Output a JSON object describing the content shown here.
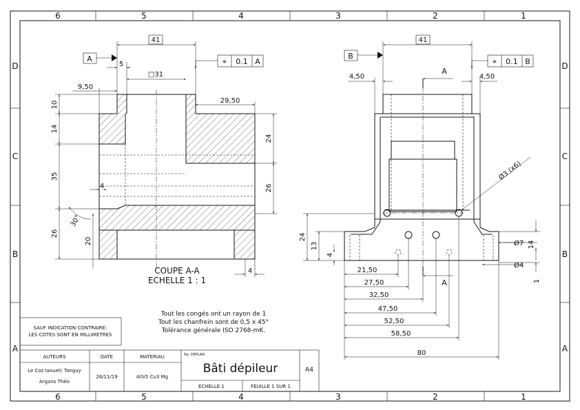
{
  "frame": {
    "col_labels": [
      "6",
      "5",
      "4",
      "3",
      "2",
      "1"
    ],
    "row_labels": [
      "D",
      "C",
      "B",
      "A"
    ]
  },
  "section_view": {
    "caption_line1": "COUPE A-A",
    "caption_line2": "ECHELLE 1 : 1",
    "datum_label": "A",
    "dims": {
      "top_width": "41",
      "five": "5",
      "square": "□31",
      "nine_fifty": "9,50",
      "twenty_nine_fifty": "29,50",
      "ten": "10",
      "fourteen": "14",
      "thirty_five": "35",
      "twenty_six_left": "26",
      "twenty_four": "24",
      "twenty_six_right": "26",
      "four_inner": "4",
      "four_bottom": "4",
      "angle": "30°",
      "twenty": "20"
    },
    "fcf": {
      "symbol": "⌖",
      "tolerance": "0.1",
      "datum": "A"
    }
  },
  "front_view": {
    "datum_label": "B",
    "section_marker": "A",
    "dims": {
      "top_width": "41",
      "left_offset": "4,50",
      "right_offset": "4,50",
      "holes": "Ø3 (x6)",
      "dia7": "Ø7",
      "dia4": "Ø4",
      "twenty_four": "24",
      "thirteen": "13",
      "four": "4",
      "fourteen": "14",
      "one": "1",
      "chain": [
        "21,50",
        "27,50",
        "32,50",
        "47,50",
        "52,50",
        "58,50",
        "80"
      ]
    },
    "fcf": {
      "symbol": "⌖",
      "tolerance": "0.1",
      "datum": "B"
    }
  },
  "notes": {
    "line1": "Tout les congés ont un rayon de 1",
    "line2": "Tout les chanfrein sont de 0,5 x 45°",
    "line3": "Tolérance générale ISO 2768-mK."
  },
  "title_block": {
    "general_note_line1": "SAUF INDICATION CONTRAIRE:",
    "general_note_line2": "LES COTES SONT EN MILLIMETRES",
    "authors_header": "AUTEURS",
    "date_header": "DATE",
    "material_header": "MATERIAU",
    "author1": "Le Coz Iaouelc Tanguy",
    "author2": "Argans Théo",
    "date": "26/11/19",
    "material": "AlSi5 Cu3 Mg",
    "no_label": "No. DEPLAN",
    "title": "Bâti dépileur",
    "scale": "ECHELLE:1",
    "sheet": "FEUILLE 1 SUR 1",
    "format": "A4"
  }
}
